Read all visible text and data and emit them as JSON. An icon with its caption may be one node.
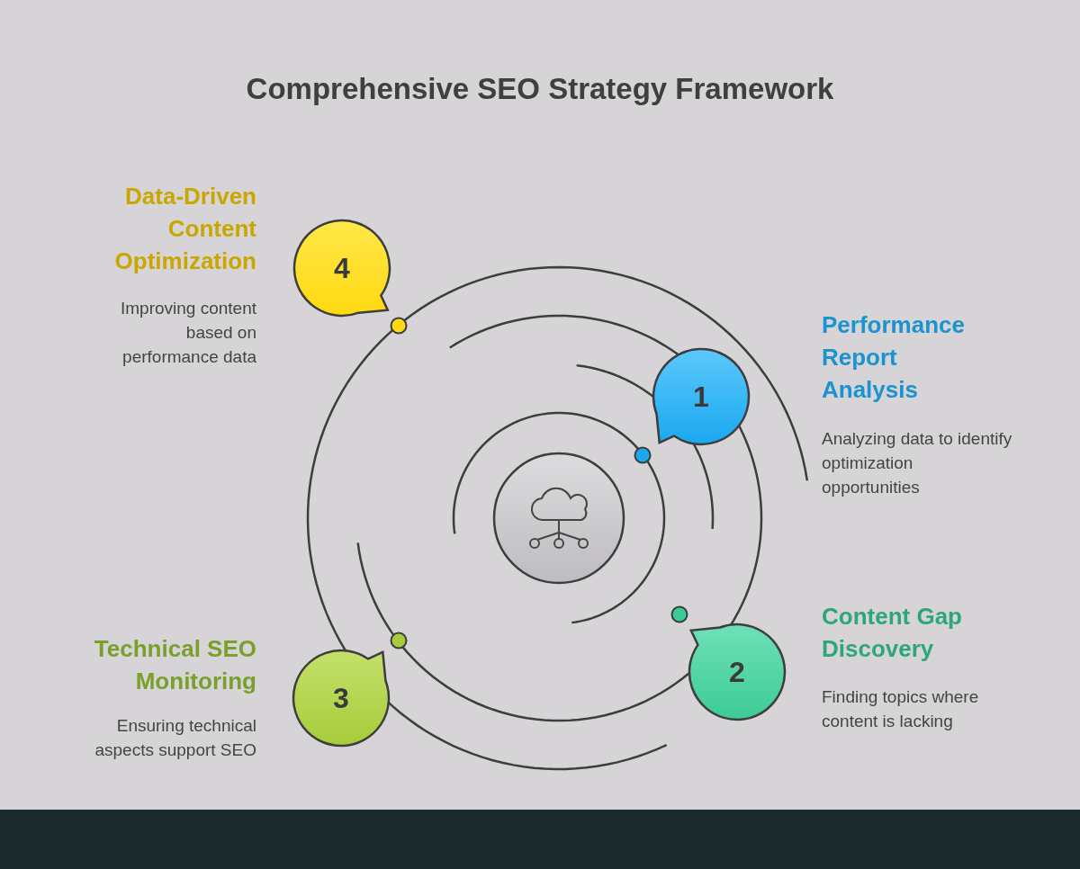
{
  "diagram": {
    "title": "Comprehensive SEO Strategy Framework",
    "nodes": [
      {
        "text": [
          "1"
        ],
        "beside": [
          "Performance Report Analysis",
          "Analyzing data to identify optimization opportunities"
        ]
      },
      {
        "text": [
          "2"
        ],
        "beside": [
          "Content Gap Discovery",
          "Finding topics where content is lacking"
        ]
      },
      {
        "text": [
          "3"
        ],
        "beside": [
          "Technical SEO Monitoring",
          "Ensuring technical aspects support SEO"
        ]
      },
      {
        "text": [
          "4"
        ],
        "beside": [
          "Data-Driven Content Optimization",
          "Improving content based on performance data"
        ]
      }
    ]
  }
}
